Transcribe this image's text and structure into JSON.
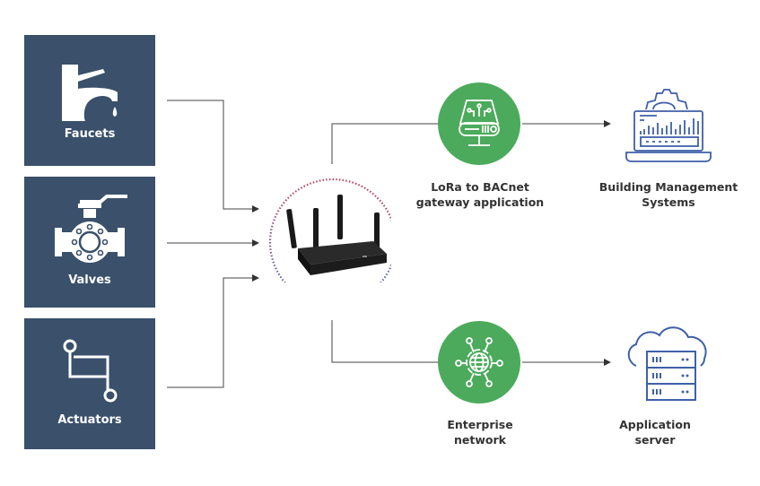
{
  "inputs": [
    {
      "label": "Faucets",
      "icon": "faucet-icon"
    },
    {
      "label": "Valves",
      "icon": "valve-icon"
    },
    {
      "label": "Actuators",
      "icon": "actuator-icon"
    }
  ],
  "hub": {
    "icon": "lora-gateway-router-icon"
  },
  "middle": [
    {
      "label_line1": "LoRa to BACnet",
      "label_line2": "gateway application",
      "icon": "gateway-server-icon"
    },
    {
      "label_line1": "Enterprise",
      "label_line2": "network",
      "icon": "network-globe-icon"
    }
  ],
  "outputs": [
    {
      "label_line1": "Building Management",
      "label_line2": "Systems",
      "icon": "laptop-dashboard-gear-icon"
    },
    {
      "label_line1": "Application",
      "label_line2": "server",
      "icon": "cloud-server-icon"
    }
  ],
  "colors": {
    "input_box": "#3a506b",
    "node_green": "#4caa5c",
    "icon_blue": "#3f5fa8",
    "connector": "#333333",
    "ring_top": "#c0405a",
    "ring_bottom": "#3f6fc0"
  }
}
